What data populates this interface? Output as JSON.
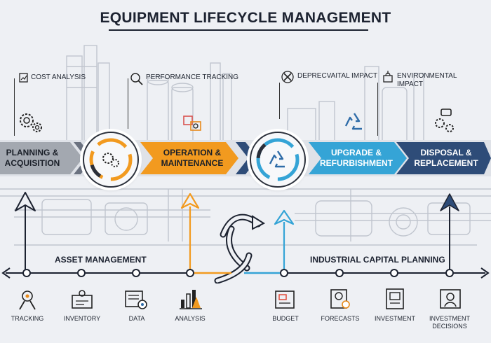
{
  "title": "EQUIPMENT LIFECYCLE MANAGEMENT",
  "top_labels": [
    {
      "text": "COST ANALYSIS",
      "icon": "report-icon"
    },
    {
      "text": "PERFORMANCE TRACKING",
      "icon": "magnifier-icon"
    },
    {
      "text": "DEPRECVAITAL IMPACT",
      "icon": "tools-icon"
    },
    {
      "text": "ENVIRONMENTAL IMPACT",
      "icon": "leaf-icon"
    }
  ],
  "stages": [
    {
      "label": "PLANNING & ACQUISITION",
      "color": "#9ea3ab"
    },
    {
      "label": "OPERATION & MAINTENANCE",
      "color": "#f29a1f"
    },
    {
      "label": "UPGRADE & REFURBISHMENT",
      "color": "#2f9fd3"
    },
    {
      "label": "DISPOSAL & REPLACEMENT",
      "color": "#2f4f7a"
    }
  ],
  "hubs": [
    {
      "icon": "gears-icon"
    },
    {
      "icon": "recycle-icon"
    }
  ],
  "sections": {
    "left": "ASSET MANAGEMENT",
    "right": "INDUSTRIAL CAPITAL PLANNING"
  },
  "bottom_items": [
    {
      "label": "TRACKING",
      "icon": "tracking-icon"
    },
    {
      "label": "INVENTORY",
      "icon": "inventory-icon"
    },
    {
      "label": "DATA",
      "icon": "data-icon"
    },
    {
      "label": "ANALYSIS",
      "icon": "analysis-icon"
    },
    {
      "label": "BUDGET",
      "icon": "budget-icon"
    },
    {
      "label": "FORECASTS",
      "icon": "forecasts-icon"
    },
    {
      "label": "INVESTMENT",
      "icon": "investment-icon"
    },
    {
      "label": "INVESTMENT DECISIONS",
      "icon": "investment-decisions-icon"
    }
  ],
  "colors": {
    "gray": "#9ea3ab",
    "orange": "#f29a1f",
    "blue": "#2f9fd3",
    "navy": "#2f4f7a",
    "dark": "#1c2230"
  }
}
